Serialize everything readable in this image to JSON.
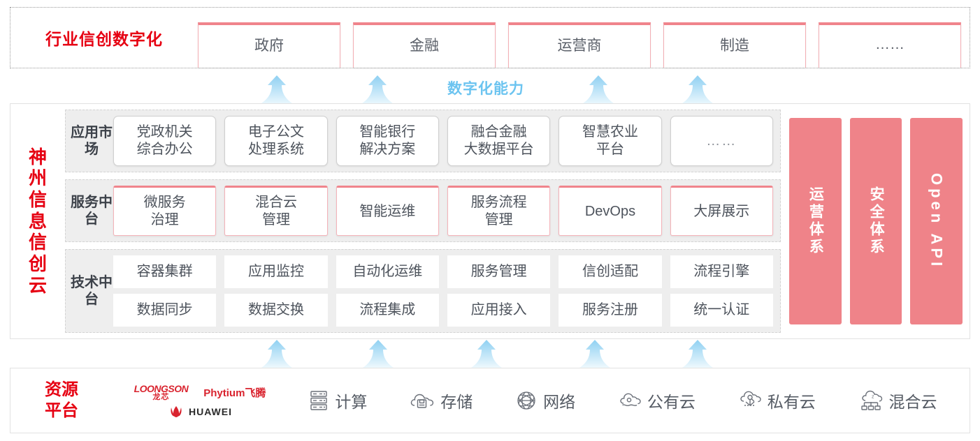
{
  "colors": {
    "brand_red": "#e60012",
    "pink_panel": "#ef8389",
    "pink_border": "#f0848c",
    "arrow_blue": "#6cc4f0",
    "band_gray": "#eeeeee",
    "text_gray": "#4d535c"
  },
  "industry": {
    "title": "行业信创数字化",
    "cards": [
      {
        "label": "政府"
      },
      {
        "label": "金融"
      },
      {
        "label": "运营商"
      },
      {
        "label": "制造"
      },
      {
        "label": "……"
      }
    ]
  },
  "capability": {
    "label": "数字化能力",
    "arrow_icon": "arrow-up-icon",
    "arrow_count": 4
  },
  "cloud": {
    "title": "神州信息信创云",
    "title_chars": [
      "神",
      "州",
      "信",
      "息",
      "信",
      "创",
      "云"
    ],
    "layers": [
      {
        "id": "application-market",
        "label": "应用市场",
        "style": "app",
        "rows": [
          [
            {
              "label": "党政机关\n综合办公",
              "line1": "党政机关",
              "line2": "综合办公"
            },
            {
              "label": "电子公文\n处理系统",
              "line1": "电子公文",
              "line2": "处理系统"
            },
            {
              "label": "智能银行\n解决方案",
              "line1": "智能银行",
              "line2": "解决方案"
            },
            {
              "label": "融合金融\n大数据平台",
              "line1": "融合金融",
              "line2": "大数据平台"
            },
            {
              "label": "智慧农业\n平台",
              "line1": "智慧农业",
              "line2": "平台"
            },
            {
              "label": "……",
              "line1": "……",
              "line2": "",
              "muted": true
            }
          ]
        ]
      },
      {
        "id": "service-middle-platform",
        "label": "服务中台",
        "style": "svc",
        "rows": [
          [
            {
              "line1": "微服务",
              "line2": "治理"
            },
            {
              "line1": "混合云",
              "line2": "管理"
            },
            {
              "line1": "智能运维",
              "line2": ""
            },
            {
              "line1": "服务流程",
              "line2": "管理"
            },
            {
              "line1": "DevOps",
              "line2": ""
            },
            {
              "line1": "大屏展示",
              "line2": ""
            }
          ]
        ]
      },
      {
        "id": "technology-middle-platform",
        "label": "技术中台",
        "style": "tech",
        "rows": [
          [
            {
              "line1": "容器集群",
              "line2": ""
            },
            {
              "line1": "应用监控",
              "line2": ""
            },
            {
              "line1": "自动化运维",
              "line2": ""
            },
            {
              "line1": "服务管理",
              "line2": ""
            },
            {
              "line1": "信创适配",
              "line2": ""
            },
            {
              "line1": "流程引擎",
              "line2": ""
            }
          ],
          [
            {
              "line1": "数据同步",
              "line2": ""
            },
            {
              "line1": "数据交换",
              "line2": ""
            },
            {
              "line1": "流程集成",
              "line2": ""
            },
            {
              "line1": "应用接入",
              "line2": ""
            },
            {
              "line1": "服务注册",
              "line2": ""
            },
            {
              "line1": "统一认证",
              "line2": ""
            }
          ]
        ]
      }
    ],
    "side_bars": [
      {
        "id": "operations-system",
        "label": "运营体系",
        "orientation": "cjk"
      },
      {
        "id": "security-system",
        "label": "安全体系",
        "orientation": "cjk"
      },
      {
        "id": "open-api",
        "label": "Open API",
        "orientation": "latin"
      }
    ]
  },
  "lower_arrows": {
    "arrow_icon": "arrow-up-icon",
    "arrow_count": 5
  },
  "resource": {
    "title_line1": "资源",
    "title_line2": "平台",
    "vendors": [
      {
        "id": "loongson",
        "en": "LOONGSON",
        "cn": "龙芯"
      },
      {
        "id": "phytium",
        "text": "Phytium飞腾"
      },
      {
        "id": "huawei",
        "text": "HUAWEI",
        "icon": "huawei-petal-icon"
      }
    ],
    "items": [
      {
        "id": "compute",
        "label": "计算",
        "icon": "server-rack-icon"
      },
      {
        "id": "storage",
        "label": "存储",
        "icon": "cloud-storage-icon"
      },
      {
        "id": "network",
        "label": "网络",
        "icon": "network-globe-icon"
      },
      {
        "id": "public-cloud",
        "label": "公有云",
        "icon": "public-cloud-icon"
      },
      {
        "id": "private-cloud",
        "label": "私有云",
        "icon": "private-cloud-icon"
      },
      {
        "id": "hybrid-cloud",
        "label": "混合云",
        "icon": "hybrid-cloud-icon"
      }
    ]
  }
}
